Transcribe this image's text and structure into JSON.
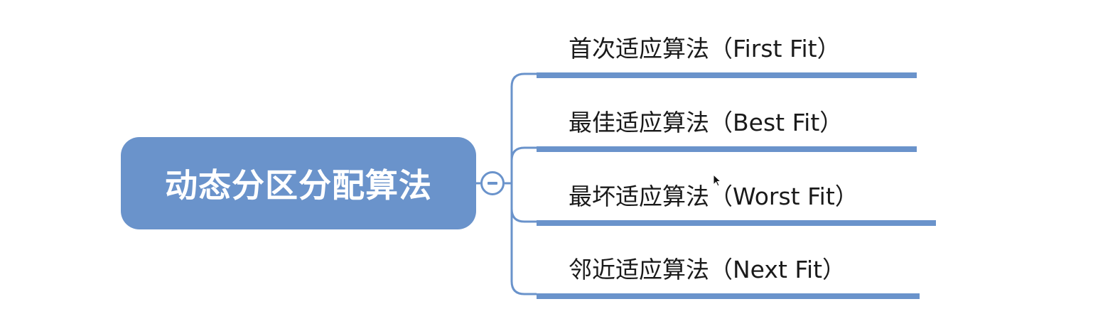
{
  "mindmap": {
    "root": {
      "label": "动态分区分配算法"
    },
    "children": [
      {
        "label": "首次适应算法（First Fit）"
      },
      {
        "label": "最佳适应算法（Best Fit）"
      },
      {
        "label": "最坏适应算法（Worst Fit）"
      },
      {
        "label": "邻近适应算法（Next Fit）"
      }
    ],
    "toggle_icon": "collapse-minus-icon",
    "colors": {
      "accent": "#6a93cb",
      "root_text": "#ffffff",
      "child_text": "#1a1a1a",
      "background": "#ffffff"
    }
  }
}
